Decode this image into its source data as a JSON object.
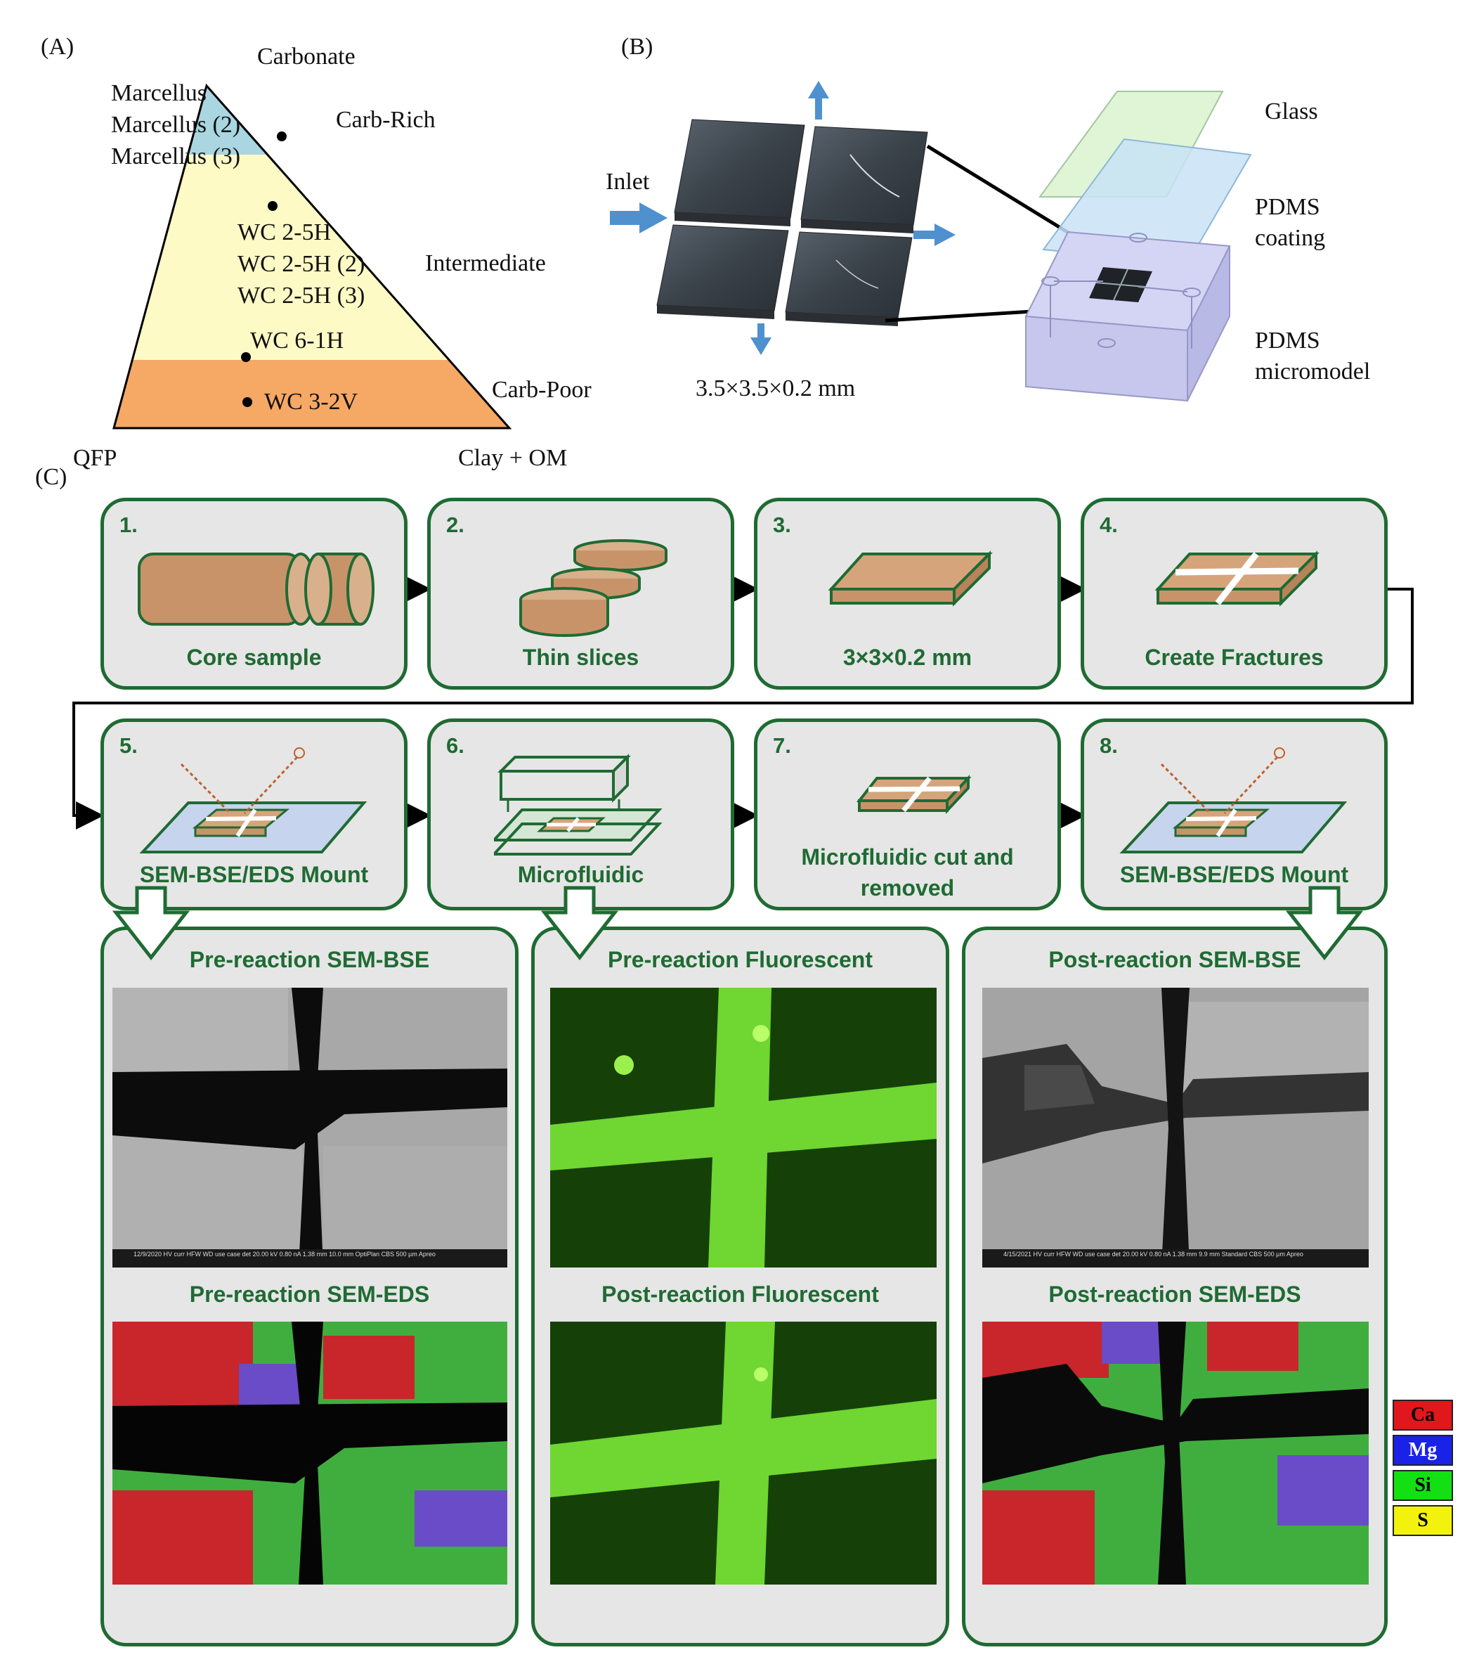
{
  "panel_a": {
    "label": "(A)",
    "apex": "Carbonate",
    "samples_top": [
      "Marcellus",
      "Marcellus (2)",
      "Marcellus (3)"
    ],
    "samples_mid": [
      "WC 2-5H",
      "WC 2-5H (2)",
      "WC 2-5H (3)"
    ],
    "sample_61h": "WC 6-1H",
    "sample_32v": "WC 3-2V",
    "zone_rich": "Carb-Rich",
    "zone_mid": "Intermediate",
    "zone_poor": "Carb-Poor",
    "corner_left": "QFP",
    "corner_right": "Clay + OM",
    "colors": {
      "rich": "#a9d6e0",
      "mid": "#fdfac6",
      "poor": "#f6a865"
    }
  },
  "panel_b": {
    "label": "(B)",
    "inlet": "Inlet",
    "size": "3.5×3.5×0.2 mm",
    "glass": "Glass",
    "pdms_coating": [
      "PDMS",
      "coating"
    ],
    "pdms_micromodel": [
      "PDMS",
      "micromodel"
    ]
  },
  "panel_c": {
    "label": "(C)",
    "steps": [
      {
        "num": "1.",
        "caption": "Core sample"
      },
      {
        "num": "2.",
        "caption": "Thin slices"
      },
      {
        "num": "3.",
        "caption": "3×3×0.2 mm"
      },
      {
        "num": "4.",
        "caption": "Create Fractures"
      },
      {
        "num": "5.",
        "caption": "SEM-BSE/EDS Mount"
      },
      {
        "num": "6.",
        "caption": "Microfluidic"
      },
      {
        "num": "7.",
        "caption": "Microfluidic cut and removed"
      },
      {
        "num": "8.",
        "caption": "SEM-BSE/EDS Mount"
      }
    ],
    "results": {
      "pre_bse": "Pre-reaction SEM-BSE",
      "pre_eds": "Pre-reaction SEM-EDS",
      "pre_fluor": "Pre-reaction Fluorescent",
      "post_fluor": "Post-reaction Fluorescent",
      "post_bse": "Post-reaction SEM-BSE",
      "post_eds": "Post-reaction SEM-EDS"
    },
    "sem_bar_left": "12/9/2020  HV  curr  HFW  WD  use case  det   20.00 kV  0.80 nA  1.38 mm  10.0 mm  OptiPlan  CBS   500 µm   Apreo",
    "sem_bar_right": "4/15/2021  HV  curr  HFW  WD  use case  det   20.00 kV  0.80 nA  1.38 mm  9.9 mm  Standard  CBS   500 µm   Apreo",
    "legend": [
      {
        "label": "Ca",
        "color": "#e0171b",
        "text": "#000000"
      },
      {
        "label": "Mg",
        "color": "#1a22e8",
        "text": "#ffffff"
      },
      {
        "label": "Si",
        "color": "#12e012",
        "text": "#000000"
      },
      {
        "label": "S",
        "color": "#f2f20c",
        "text": "#000000"
      }
    ]
  }
}
